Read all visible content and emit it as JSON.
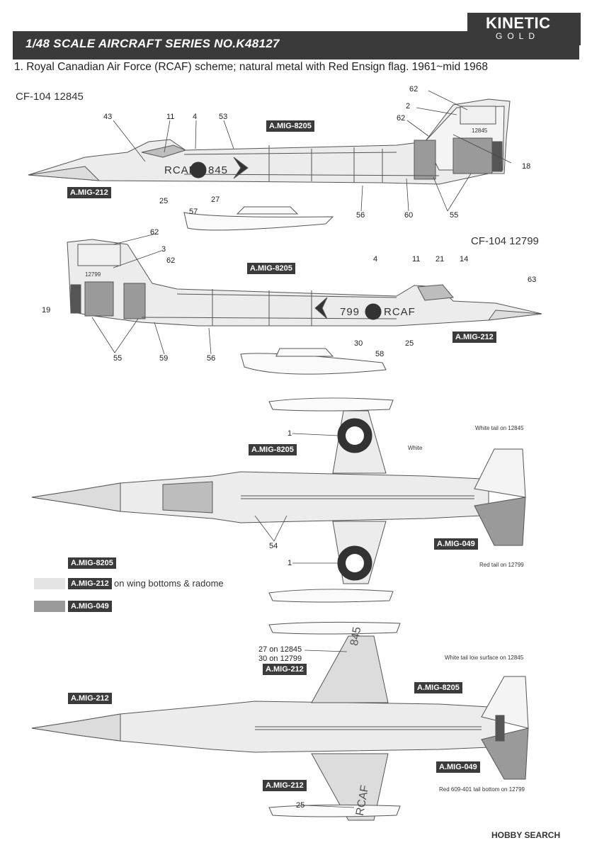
{
  "header": {
    "title": "1/48 SCALE  AIRCRAFT  SERIES NO.K48127",
    "logo_main": "KINETIC",
    "logo_sub": "GOLD"
  },
  "scheme": "1. Royal Canadian Air Force (RCAF) scheme; natural metal with Red Ensign flag. 1961~mid 1968",
  "profiles": {
    "top_name": "CF-104 12845",
    "bottom_name": "CF-104 12799",
    "top_serial_tail": "12845",
    "bottom_serial_tail": "12799",
    "top_fuselage_a": "RCAF",
    "top_fuselage_b": "845",
    "bottom_fuselage_a": "799",
    "bottom_fuselage_b": "RCAF"
  },
  "paints": {
    "mig8205": "A.MIG-8205",
    "mig212": "A.MIG-212",
    "mig049": "A.MIG-049"
  },
  "callouts_top": [
    "43",
    "11",
    "4",
    "53",
    "62",
    "2",
    "62",
    "18",
    "25",
    "27",
    "56",
    "60",
    "55",
    "57"
  ],
  "callouts_bottom": [
    "62",
    "3",
    "62",
    "19",
    "55",
    "59",
    "56",
    "4",
    "11",
    "21",
    "14",
    "63",
    "30",
    "25",
    "58"
  ],
  "callouts_plan": [
    "1",
    "54",
    "1"
  ],
  "callouts_under": [
    "27 on 12845",
    "30 on 12799",
    "25"
  ],
  "notes": {
    "white_tail": "White tail on 12845",
    "white": "White",
    "red_tail": "Red tail on 12799",
    "white_tail_low": "White tail low surface on 12845",
    "red_tail_bottom": "Red 609-401 tail bottom on 12799"
  },
  "under_markings": {
    "wing_top": "845",
    "wing_bottom": "RCAF"
  },
  "legend": {
    "item1": "A.MIG-8205",
    "item2": "A.MIG-212",
    "item2_text": "on wing bottoms & radome",
    "item3": "A.MIG-049"
  },
  "watermark": "HOBBY SEARCH",
  "colors": {
    "header": "#3a3a3a",
    "metal": "#e6e6e6",
    "mid_gray": "#9a9a9a",
    "light_gray": "#dcdcdc"
  }
}
